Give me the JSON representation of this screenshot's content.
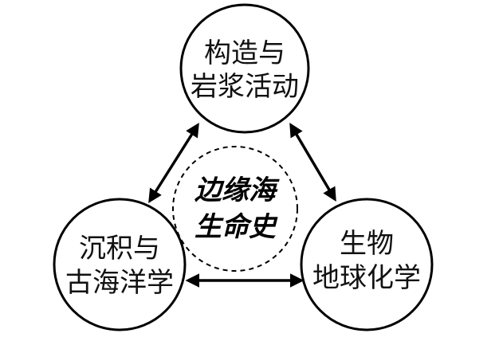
{
  "nodes": {
    "top": {
      "line1": "构造与",
      "line2": "岩浆活动"
    },
    "left": {
      "line1": "沉积与",
      "line2": "古海洋学"
    },
    "right": {
      "line1": "生物",
      "line2": "地球化学"
    }
  },
  "center": {
    "line1": "边缘海",
    "line2": "生命史"
  },
  "connections": [
    {
      "from": "top",
      "to": "left",
      "type": "bidirectional"
    },
    {
      "from": "top",
      "to": "right",
      "type": "bidirectional"
    },
    {
      "from": "left",
      "to": "right",
      "type": "bidirectional"
    }
  ]
}
